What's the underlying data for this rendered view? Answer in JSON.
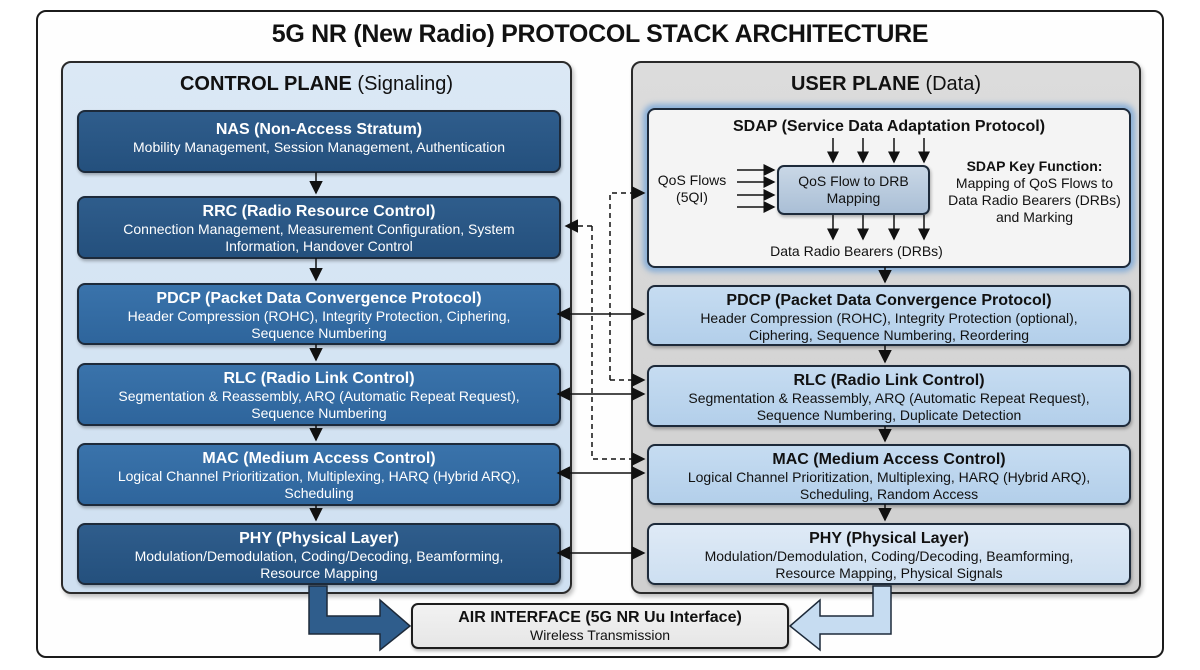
{
  "title": "5G NR (New Radio) PROTOCOL STACK ARCHITECTURE",
  "control_plane": {
    "title_bold": "CONTROL PLANE",
    "title_normal": "(Signaling)",
    "layers": [
      {
        "name": "NAS (Non-Access Stratum)",
        "desc": "Mobility Management, Session Management, Authentication"
      },
      {
        "name": "RRC (Radio Resource Control)",
        "desc": "Connection Management, Measurement Configuration, System Information, Handover Control"
      },
      {
        "name": "PDCP (Packet Data Convergence Protocol)",
        "desc": "Header Compression (ROHC), Integrity Protection, Ciphering, Sequence Numbering"
      },
      {
        "name": "RLC (Radio Link Control)",
        "desc": "Segmentation & Reassembly, ARQ (Automatic Repeat Request), Sequence Numbering"
      },
      {
        "name": "MAC (Medium Access Control)",
        "desc": "Logical Channel Prioritization, Multiplexing, HARQ (Hybrid ARQ), Scheduling"
      },
      {
        "name": "PHY (Physical Layer)",
        "desc": "Modulation/Demodulation, Coding/Decoding, Beamforming, Resource Mapping"
      }
    ]
  },
  "user_plane": {
    "title_bold": "USER PLANE",
    "title_normal": "(Data)",
    "sdap": {
      "title": "SDAP (Service Data Adaptation Protocol)",
      "qos_flows": "QoS Flows (5QI)",
      "mapping": "QoS Flow to DRB Mapping",
      "drbs": "Data Radio Bearers (DRBs)",
      "key_title": "SDAP Key Function:",
      "key_desc": "Mapping of QoS Flows to Data Radio Bearers (DRBs) and Marking"
    },
    "layers": [
      {
        "name": "PDCP (Packet Data Convergence Protocol)",
        "desc": "Header Compression (ROHC), Integrity Protection (optional), Ciphering, Sequence Numbering, Reordering"
      },
      {
        "name": "RLC (Radio Link Control)",
        "desc": "Segmentation & Reassembly, ARQ (Automatic Repeat Request), Sequence Numbering, Duplicate Detection"
      },
      {
        "name": "MAC (Medium Access Control)",
        "desc": "Logical Channel Prioritization, Multiplexing, HARQ (Hybrid ARQ), Scheduling, Random Access"
      },
      {
        "name": "PHY (Physical Layer)",
        "desc": "Modulation/Demodulation, Coding/Decoding, Beamforming, Resource Mapping, Physical Signals"
      }
    ]
  },
  "air_interface": {
    "title": "AIR INTERFACE (5G NR Uu Interface)",
    "desc": "Wireless Transmission"
  },
  "colors": {
    "cp_dark": "#2a5785",
    "cp_mid": "#3470a8",
    "up_light": "#bcd4ec",
    "arrow": "#111111"
  }
}
